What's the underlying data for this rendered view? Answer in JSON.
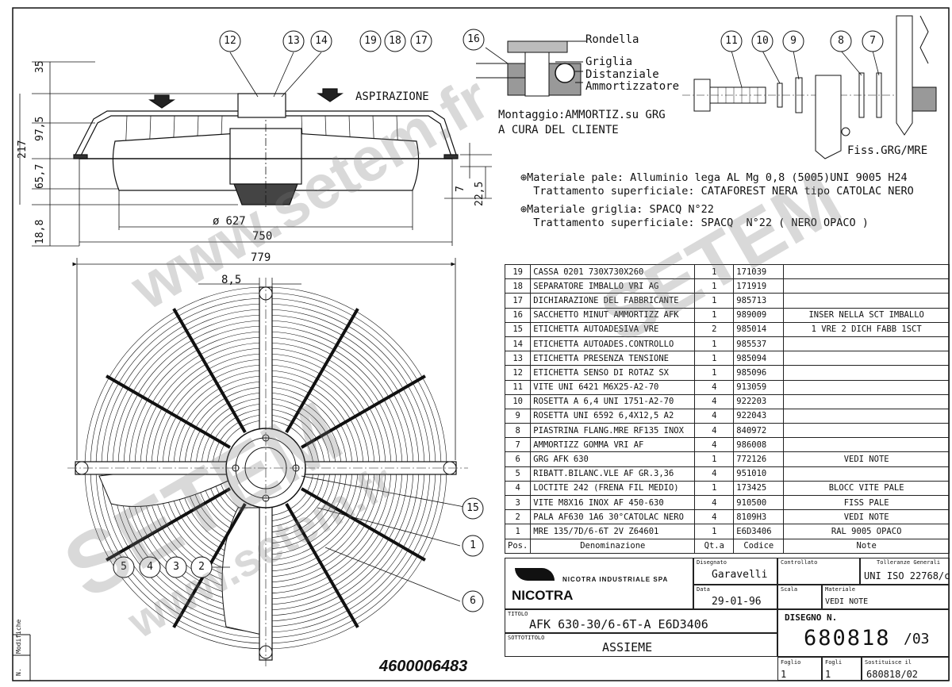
{
  "callouts_top": [
    "12",
    "13",
    "14",
    "19",
    "18",
    "17",
    "16",
    "11",
    "10",
    "9",
    "8",
    "7"
  ],
  "callouts_front": [
    "15",
    "1",
    "6",
    "5",
    "4",
    "3",
    "2"
  ],
  "dims": {
    "d35": "35",
    "d217": "217",
    "d97_5": "97,5",
    "d65_7": "65,7",
    "d18_8": "18,8",
    "d627": "627",
    "d750": "750",
    "d7": "7",
    "d22_5": "22,5",
    "d779": "779",
    "d8_5": "8,5"
  },
  "labels": {
    "aspirazione": "ASPIRAZIONE",
    "rondella": "Rondella",
    "griglia": "Griglia",
    "distanziale": "Distanziale",
    "ammortizzatore": "Ammortizzatore",
    "montaggio1": "Montaggio:AMMORTIZ.su GRG",
    "montaggio2": "A CURA DEL CLIENTE",
    "fiss": "Fiss.GRG/MRE",
    "diam": "ø"
  },
  "notes": [
    "⊕Materiale pale: Alluminio lega AL Mg 0,8 (5005)UNI 9005 H24",
    "  Trattamento superficiale: CATAFOREST NERA tipo CATOLAC NERO",
    "⊕Materiale griglia: SPACQ N°22",
    "  Trattamento superficiale: SPACQ  N°22 ( NERO OPACO )"
  ],
  "parts_table": {
    "header": {
      "pos": "Pos.",
      "name": "Denominazione",
      "qty": "Qt.a",
      "code": "Codice",
      "note": "Note"
    },
    "rows": [
      {
        "pos": "19",
        "name": "CASSA 0201 730X730X260",
        "qty": "1",
        "code": "171039",
        "note": ""
      },
      {
        "pos": "18",
        "name": "SEPARATORE IMBALLO VRI AG",
        "qty": "1",
        "code": "171919",
        "note": ""
      },
      {
        "pos": "17",
        "name": "DICHIARAZIONE DEL FABBRICANTE",
        "qty": "1",
        "code": "985713",
        "note": ""
      },
      {
        "pos": "16",
        "name": "SACCHETTO MINUT AMMORTIZZ AFK",
        "qty": "1",
        "code": "989009",
        "note": "INSER NELLA SCT IMBALLO"
      },
      {
        "pos": "15",
        "name": "ETICHETTA AUTOADESIVA VRE",
        "qty": "2",
        "code": "985014",
        "note": "1 VRE 2 DICH FABB 1SCT"
      },
      {
        "pos": "14",
        "name": "ETICHETTA AUTOADES.CONTROLLO",
        "qty": "1",
        "code": "985537",
        "note": ""
      },
      {
        "pos": "13",
        "name": "ETICHETTA PRESENZA TENSIONE",
        "qty": "1",
        "code": "985094",
        "note": ""
      },
      {
        "pos": "12",
        "name": "ETICHETTA SENSO DI ROTAZ SX",
        "qty": "1",
        "code": "985096",
        "note": ""
      },
      {
        "pos": "11",
        "name": "VITE UNI 6421 M6X25-A2-70",
        "qty": "4",
        "code": "913059",
        "note": ""
      },
      {
        "pos": "10",
        "name": "ROSETTA A 6,4 UNI 1751-A2-70",
        "qty": "4",
        "code": "922203",
        "note": ""
      },
      {
        "pos": "9",
        "name": "ROSETTA UNI 6592 6,4X12,5 A2",
        "qty": "4",
        "code": "922043",
        "note": ""
      },
      {
        "pos": "8",
        "name": "PIASTRINA FLANG.MRE RF135 INOX",
        "qty": "4",
        "code": "840972",
        "note": ""
      },
      {
        "pos": "7",
        "name": "AMMORTIZZ GOMMA VRI AF",
        "qty": "4",
        "code": "986008",
        "note": ""
      },
      {
        "pos": "6",
        "name": "GRG AFK 630",
        "qty": "1",
        "code": "772126",
        "note": "VEDI NOTE"
      },
      {
        "pos": "5",
        "name": "RIBATT.BILANC.VLE AF GR.3,36",
        "qty": "4",
        "code": "951010",
        "note": ""
      },
      {
        "pos": "4",
        "name": "LOCTITE 242 (FRENA FIL MEDIO)",
        "qty": "1",
        "code": "173425",
        "note": "BLOCC VITE PALE"
      },
      {
        "pos": "3",
        "name": "VITE M8X16 INOX AF 450-630",
        "qty": "4",
        "code": "910500",
        "note": "FISS PALE"
      },
      {
        "pos": "2",
        "name": "PALA AF630 1A6 30°CATOLAC NERO",
        "qty": "4",
        "code": "8109H3",
        "note": "VEDI NOTE"
      },
      {
        "pos": "1",
        "name": "MRE 135/7D/6-6T 2V Z64601",
        "qty": "1",
        "code": "E6D3406",
        "note": "RAL 9005 OPACO"
      }
    ]
  },
  "title_block": {
    "company": "NICOTRA INDUSTRIALE SPA",
    "logo": "NICOTRA",
    "designer_label": "Disegnato",
    "designer": "Garavelli",
    "checked_label": "Controllato",
    "tolerance_label": "Tolleranze Generali",
    "tolerance": "UNI ISO 22768/c",
    "date_label": "Data",
    "date": "29-01-96",
    "scale_label": "Scala",
    "material_label": "Materiale",
    "material": "VEDI NOTE",
    "title_label": "TITOLO",
    "title": "AFK 630-30/6-6T-A E6D3406",
    "subtitle_label": "SOTTOTITOLO",
    "subtitle": "ASSIEME",
    "drawing_label": "DISEGNO N.",
    "drawing_no": "680818",
    "revision": "/03",
    "sheet_label": "Foglio",
    "sheet": "1",
    "sheets_label": "Fogli",
    "sheets": "1",
    "replaces_label": "Sostituisce il",
    "replaces": "680818/02"
  },
  "side_labels": {
    "modifiche": "Modifiche",
    "n": "N."
  },
  "doc_number": "4600006483",
  "watermarks": [
    "www.setem.fr",
    "SETEM",
    "SETEM",
    "www.setem.fr"
  ]
}
